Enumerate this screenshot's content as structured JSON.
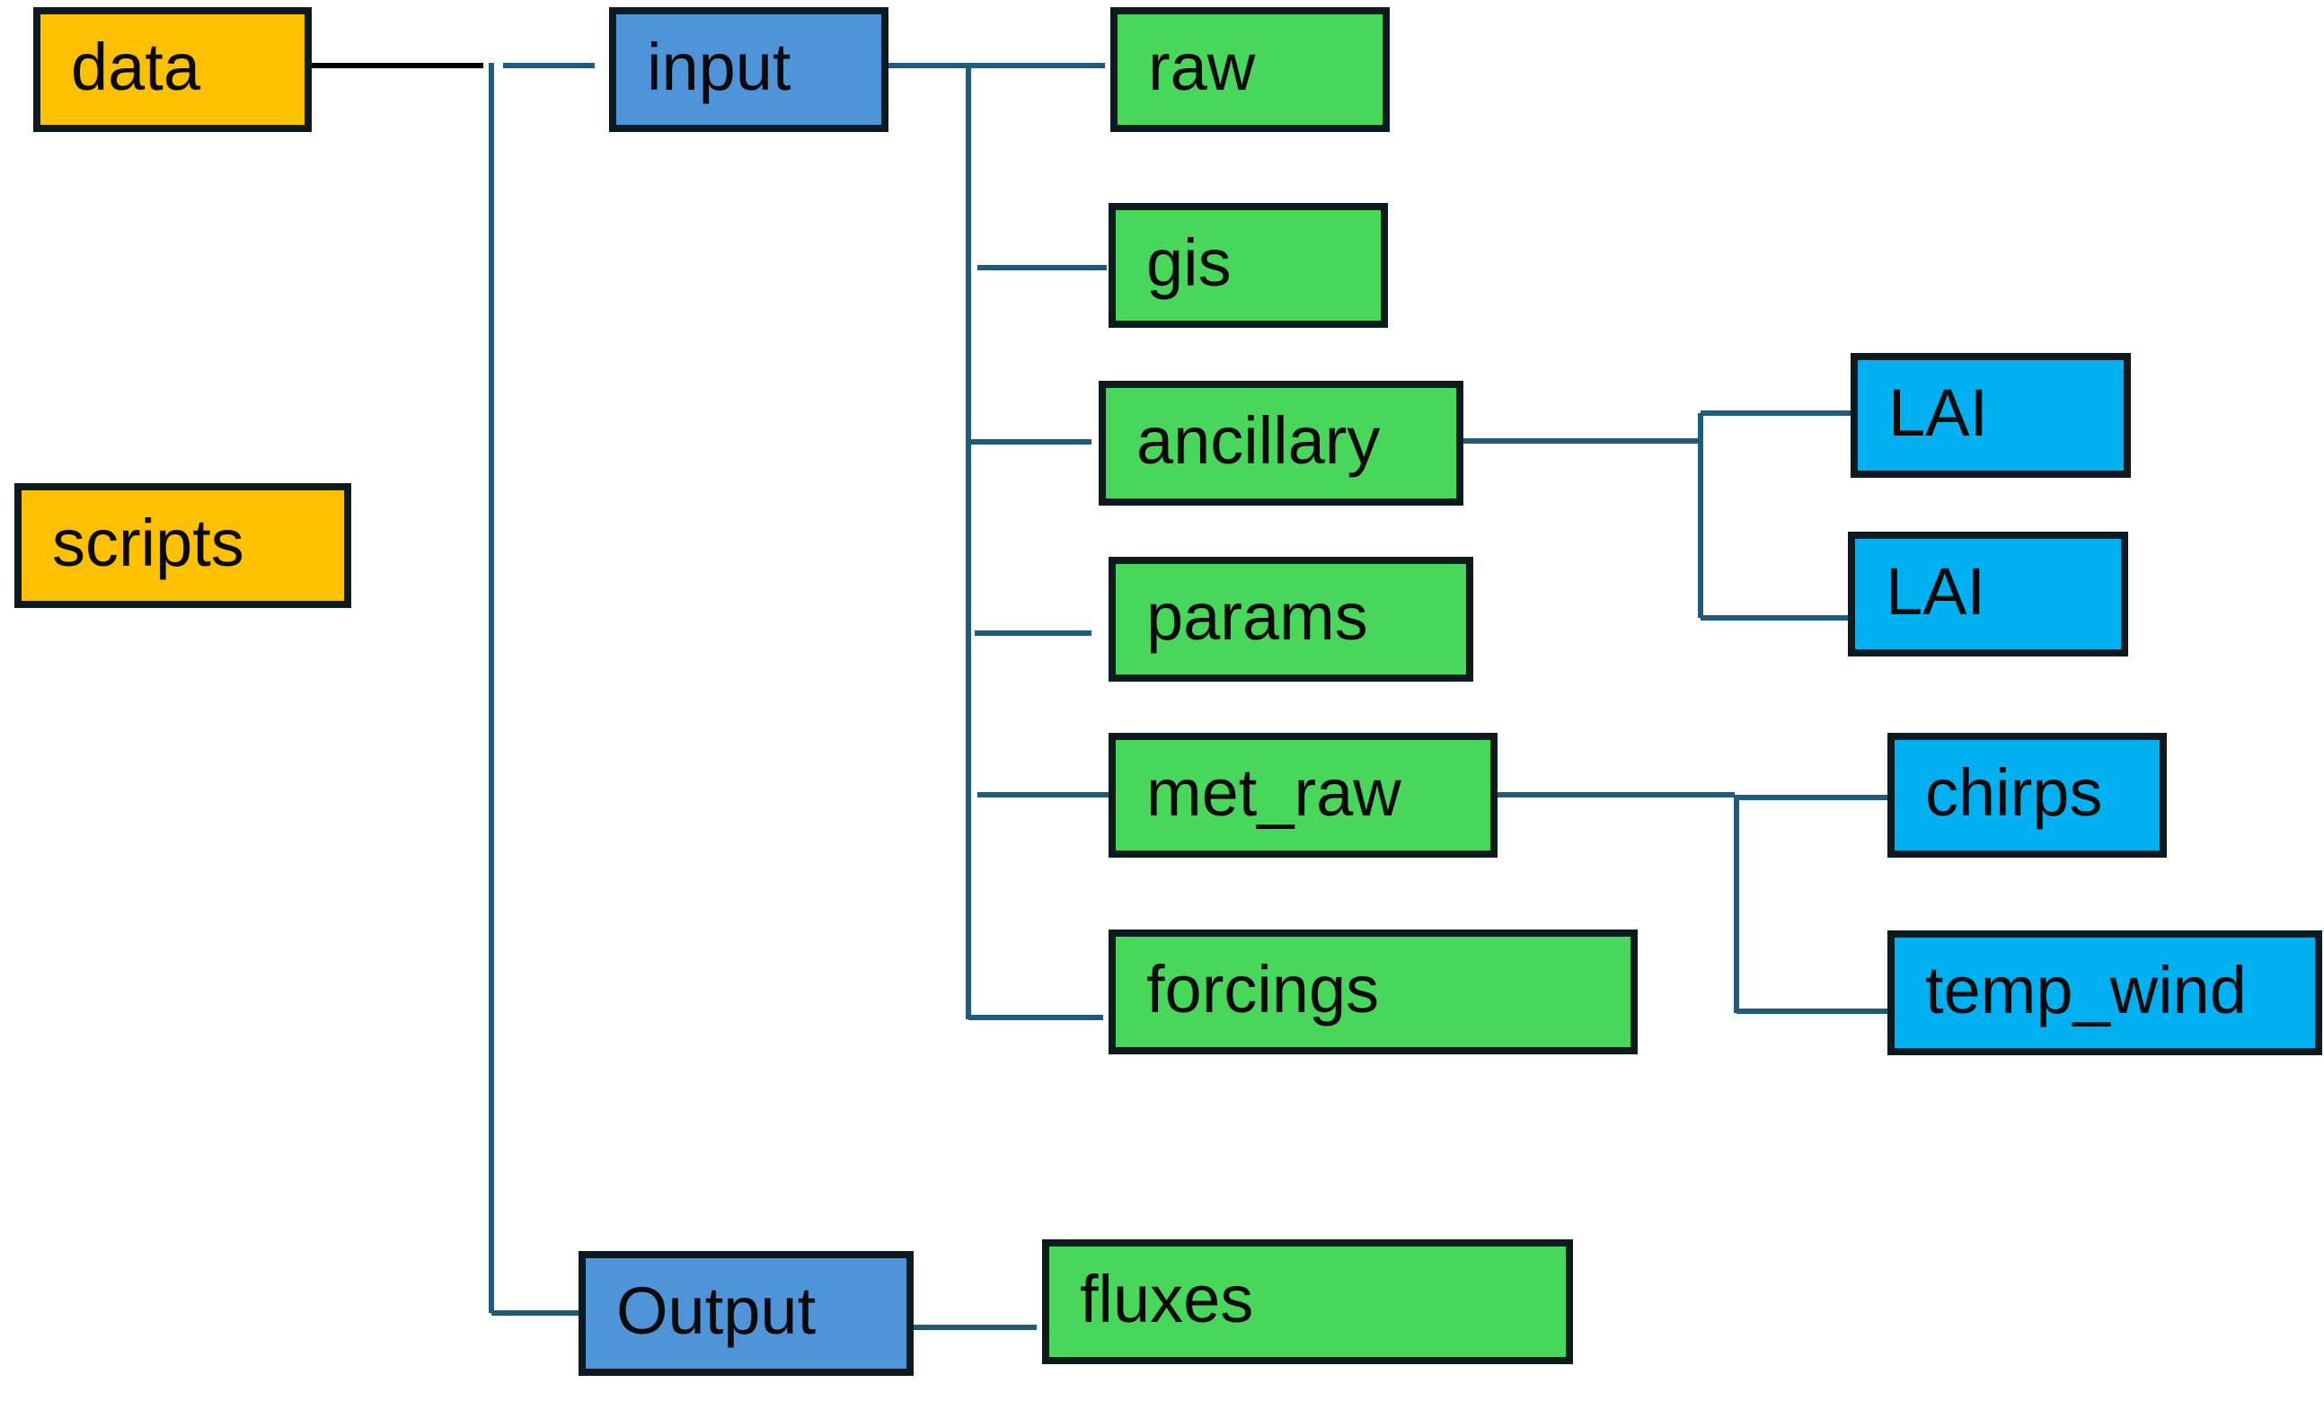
{
  "colors": {
    "root_folder": "#ffc000",
    "level1_folder": "#4f94d8",
    "level2_folder": "#48d75a",
    "level3_folder": "#00b0f0",
    "connector": "#1f5c7a",
    "border": "#0d1a1f"
  },
  "nodes": {
    "data": "data",
    "scripts": "scripts",
    "input": "input",
    "output": "Output",
    "raw": "raw",
    "gis": "gis",
    "ancillary": "ancillary",
    "params": "params",
    "met_raw": "met_raw",
    "forcings": "forcings",
    "fluxes": "fluxes",
    "lai_1": "LAI",
    "lai_2": "LAI",
    "chirps": "chirps",
    "temp_wind": "temp_wind"
  }
}
